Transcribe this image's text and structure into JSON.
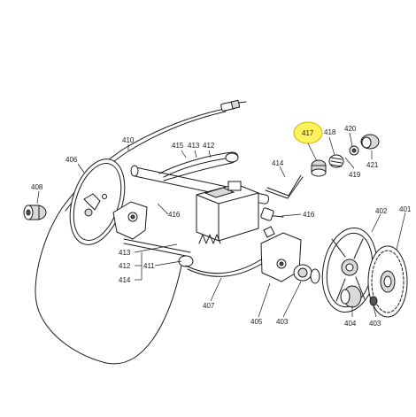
{
  "labels": {
    "l406": "406",
    "l410": "410",
    "l415": "415",
    "l413a": "413",
    "l412a": "412",
    "l417": "417",
    "l418": "418",
    "l420": "420",
    "l419": "419",
    "l421": "421",
    "l414": "414",
    "l408": "408",
    "l416a": "416",
    "l416b": "416",
    "l402": "402",
    "l401": "401",
    "l413b": "413",
    "l412b": "412",
    "l411": "411",
    "l414b": "414",
    "l407": "407",
    "l405": "405",
    "l403a": "403",
    "l404": "404",
    "l403b": "403"
  },
  "highlight": {
    "color": "#fff25c"
  }
}
